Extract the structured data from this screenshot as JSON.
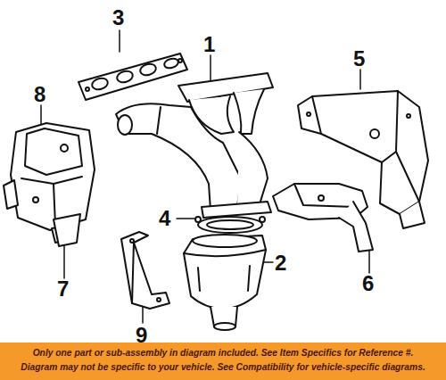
{
  "diagram": {
    "labels": [
      "3",
      "1",
      "8",
      "5",
      "4",
      "2",
      "6",
      "7",
      "9",
      "Only one part or sub-assembly in diagram included. See Item Specifics for Reference #.",
      "Diagram may not be specific to your vehicle. See Compatibility for vehicle-specific diagrams."
    ]
  }
}
